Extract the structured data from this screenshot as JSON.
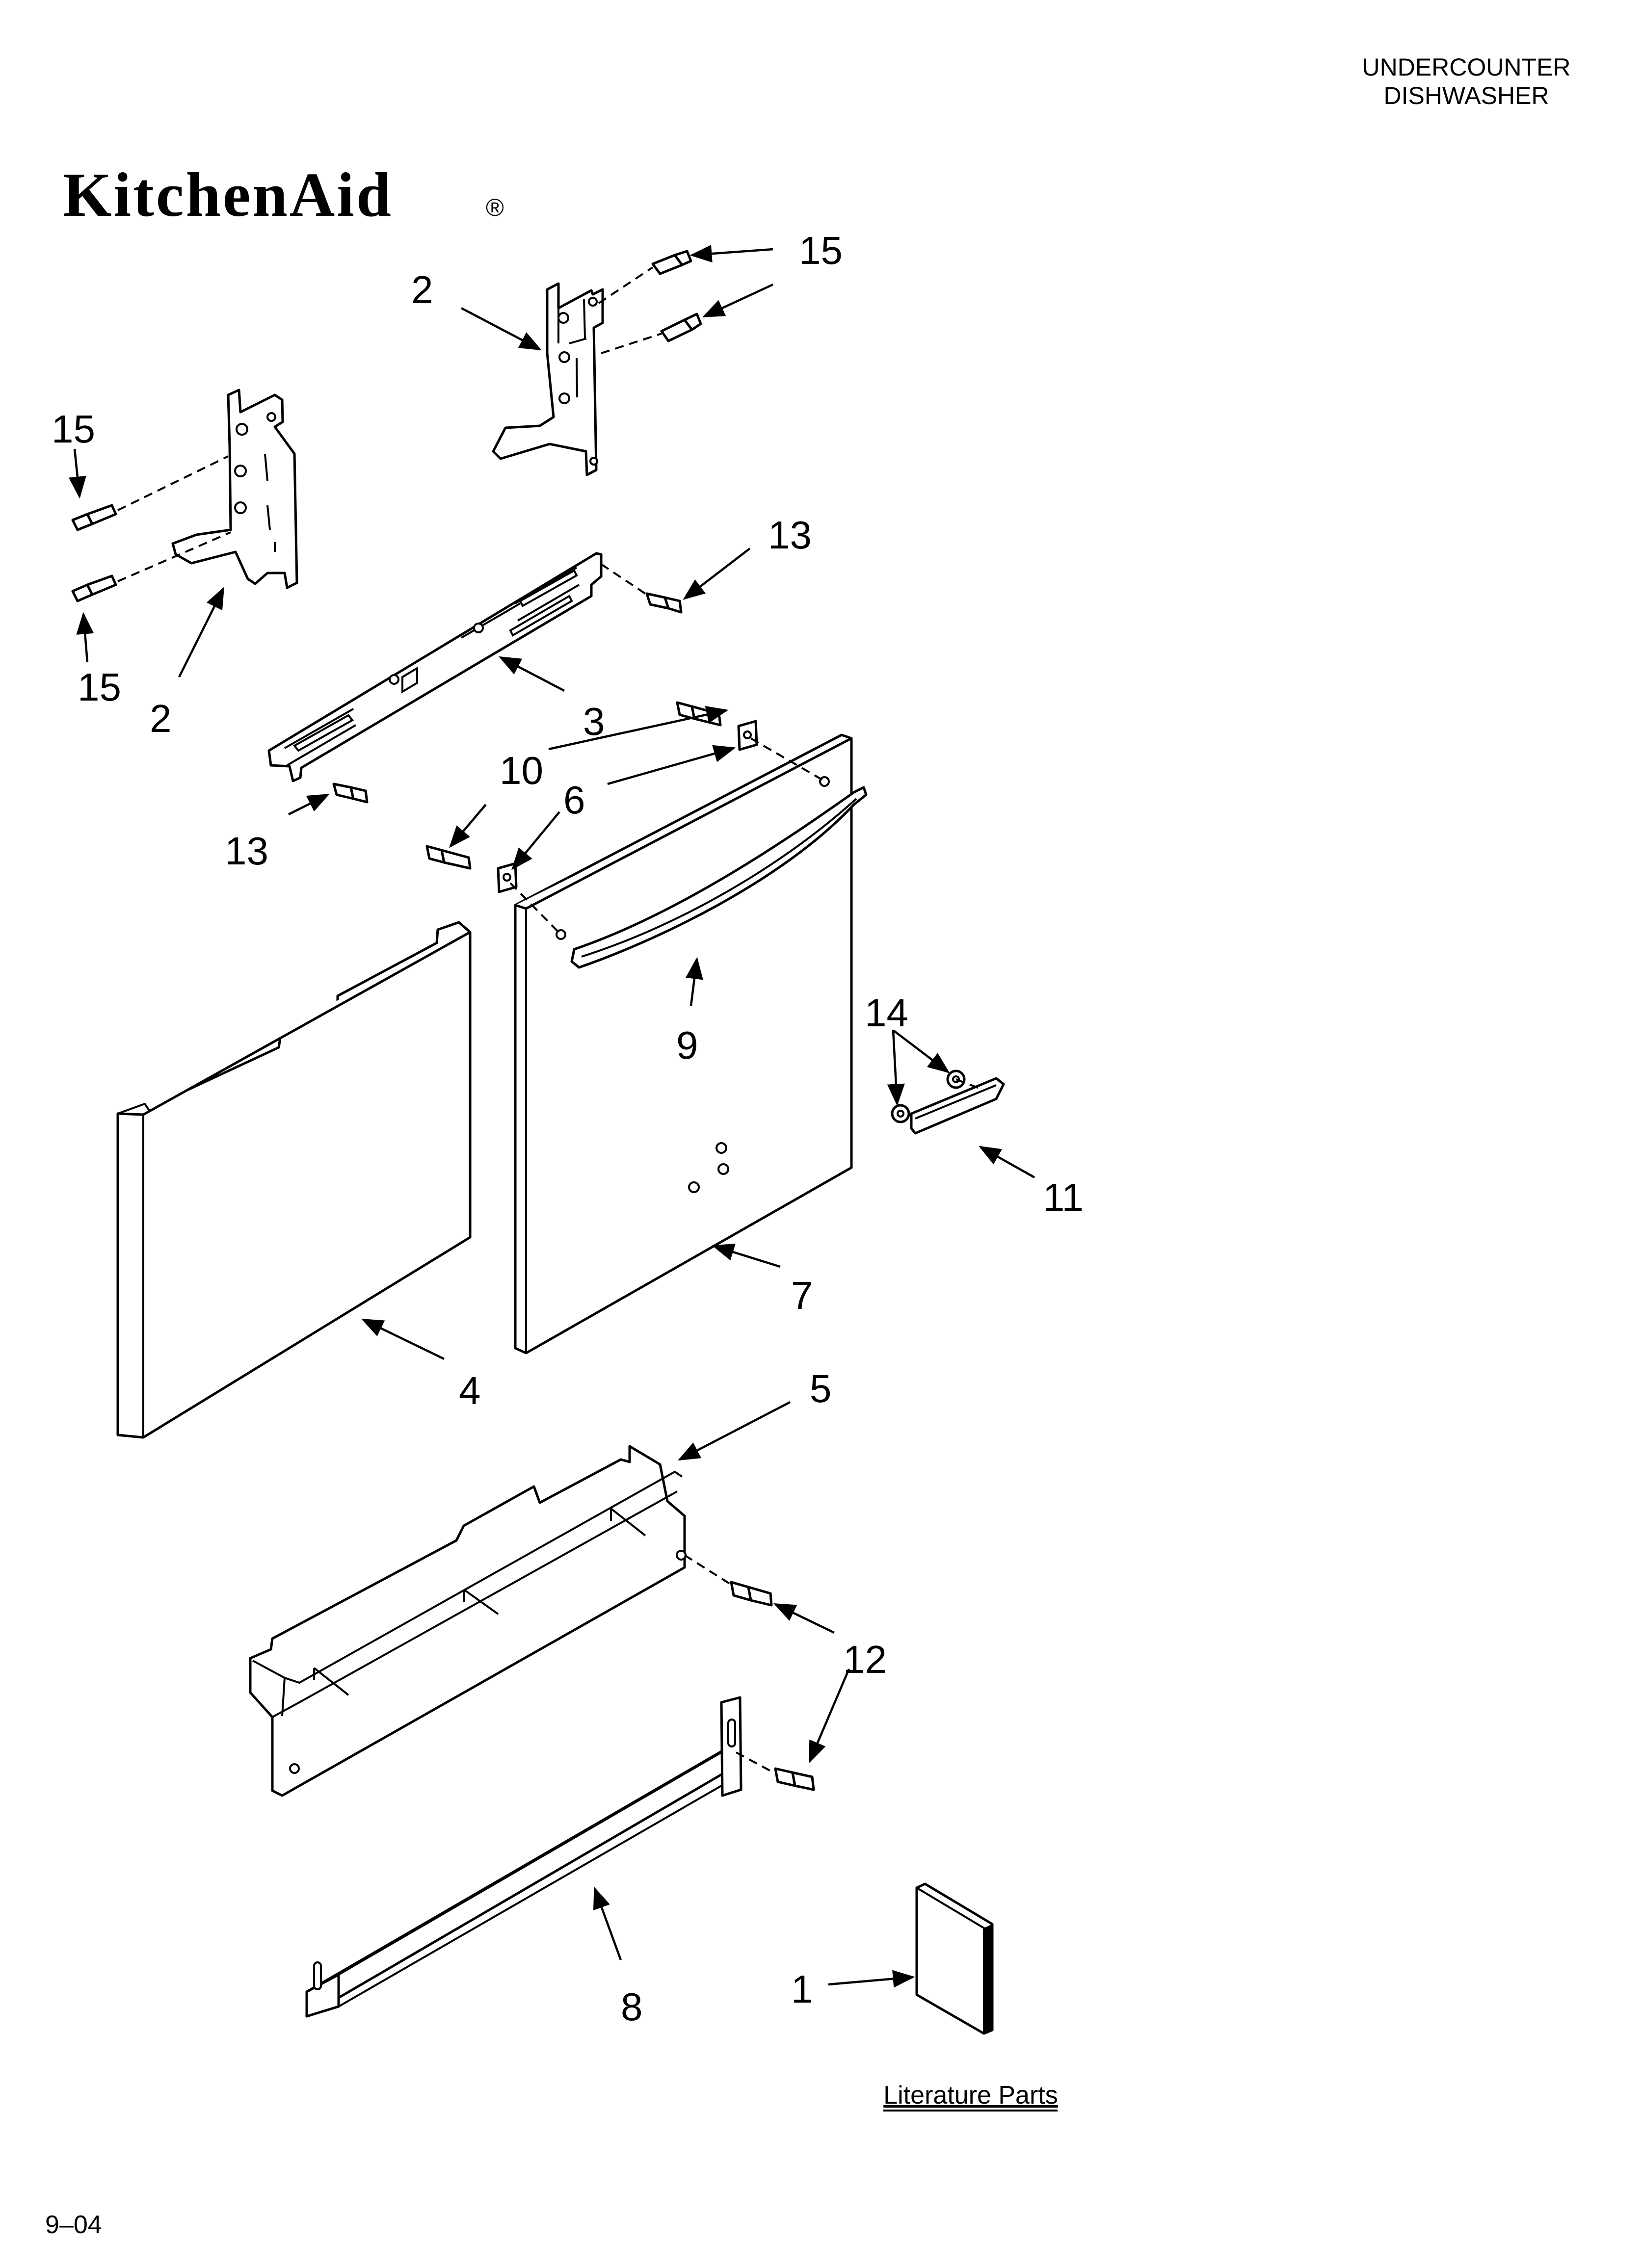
{
  "header": {
    "line1": "UNDERCOUNTER",
    "line2": "DISHWASHER"
  },
  "brand": {
    "logo_text": "KitchenAid",
    "registered_mark": "®"
  },
  "callouts": {
    "c1": "1",
    "c2a": "2",
    "c2b": "2",
    "c3": "3",
    "c4": "4",
    "c5": "5",
    "c6": "6",
    "c7": "7",
    "c8": "8",
    "c9": "9",
    "c10": "10",
    "c11": "11",
    "c12": "12",
    "c13a": "13",
    "c13b": "13",
    "c14": "14",
    "c15a": "15",
    "c15b": "15",
    "c15c": "15"
  },
  "literature_label": "Literature Parts",
  "footer_code": "9–04"
}
